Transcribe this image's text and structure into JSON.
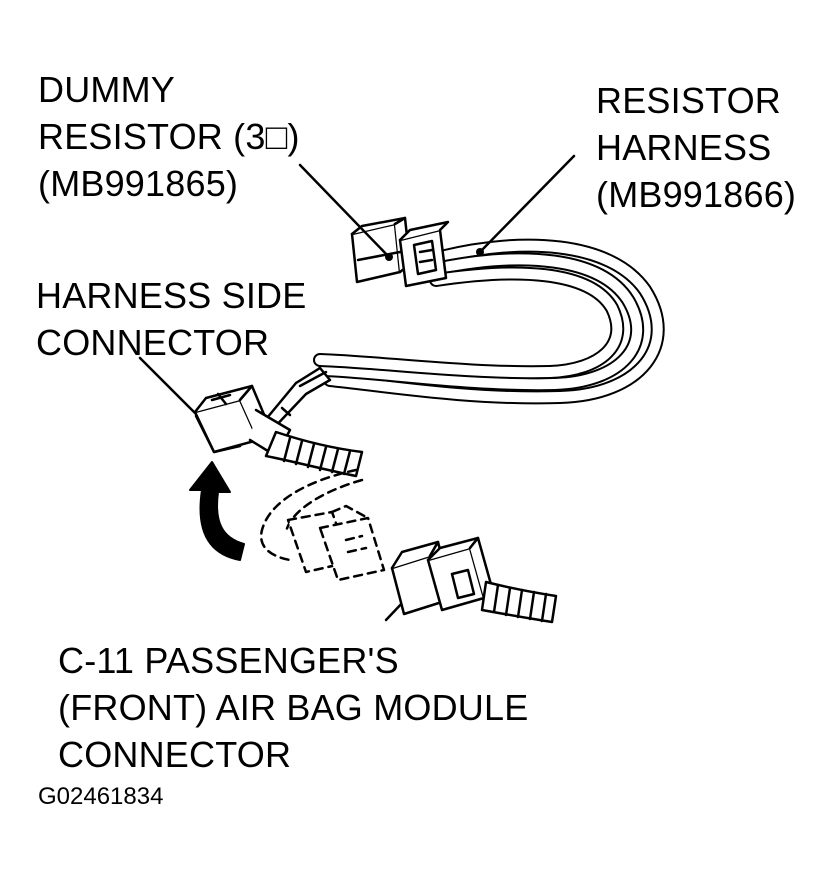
{
  "labels": {
    "dummy_resistor": {
      "line1": "DUMMY",
      "line2": "RESISTOR (3□)",
      "line3": "(MB991865)"
    },
    "resistor_harness": {
      "line1": "RESISTOR",
      "line2": "HARNESS",
      "line3": "(MB991866)"
    },
    "harness_side_connector": {
      "line1": "HARNESS SIDE",
      "line2": "CONNECTOR"
    },
    "airbag_connector": {
      "line1": "C-11 PASSENGER'S",
      "line2": "(FRONT) AIR BAG MODULE",
      "line3": "CONNECTOR"
    },
    "figure_code": "G02461834"
  },
  "colors": {
    "ink": "#000000",
    "paper": "#ffffff"
  },
  "icons": {
    "direction_arrow": "curved-up-arrow-icon"
  }
}
